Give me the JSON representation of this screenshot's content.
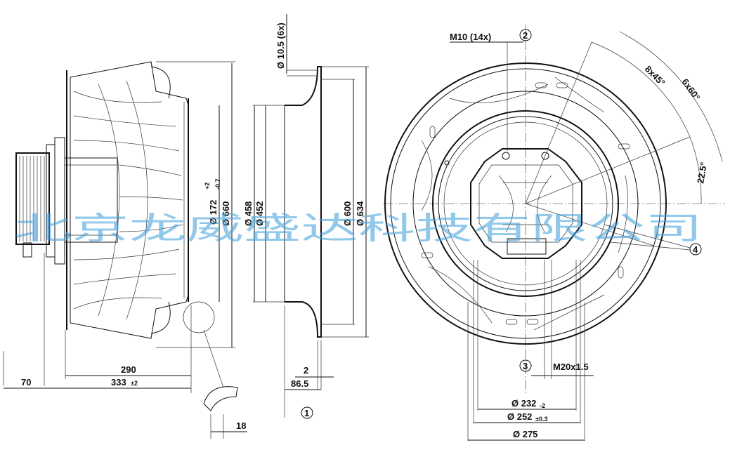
{
  "watermark": "北京龙威盛达科技有限公司",
  "side_view": {
    "dim_70": "70",
    "dim_290": "290",
    "dim_333": "333",
    "dim_333_tol": "±2",
    "dim_18": "18",
    "dia_172": "Ø 172",
    "dia_172_tol_upper": "+2",
    "dia_172_tol_lower": "-0.7",
    "dia_660": "Ø 660"
  },
  "inlet_ring": {
    "hole_label": "Ø 10.5 (6x)",
    "dia_458": "Ø 458",
    "dia_452": "Ø 452",
    "dia_600": "Ø 600",
    "dia_634": "Ø 634",
    "dim_2": "2",
    "dim_86_5": "86.5",
    "callout_1": "1"
  },
  "front_view": {
    "thread_top": "M10 (14x)",
    "callout_2": "2",
    "angle_8x45": "8x45°",
    "angle_6x60": "6x60°",
    "angle_22_5": "22.5°",
    "callout_4": "4",
    "callout_3": "3",
    "thread_bottom": "M20x1.5",
    "dia_232": "Ø 232",
    "dia_232_tol": "-2",
    "dia_252": "Ø 252",
    "dia_252_tol": "±0.3",
    "dia_275": "Ø 275"
  }
}
